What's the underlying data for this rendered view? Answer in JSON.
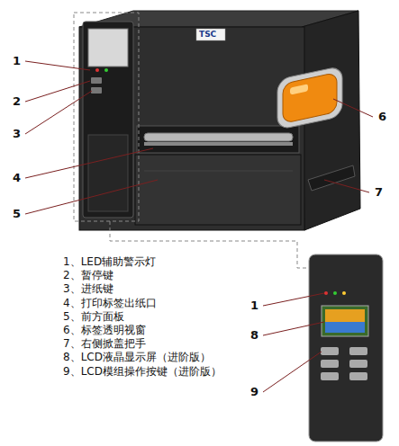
{
  "diagram": {
    "labels": [
      "1",
      "2",
      "3",
      "4",
      "5",
      "6",
      "7",
      "TSC",
      "1、LED辅助警示灯",
      "2、暂停键",
      "3、进纸键",
      "4、打印标签出纸口",
      "5、前方面板",
      "6、标签透明视窗",
      "7、右侧掀盖把手",
      "8、LCD液晶显示屏（进阶版）",
      "9、LCD模组操作按键（进阶版）",
      "1",
      "8",
      "9"
    ]
  }
}
